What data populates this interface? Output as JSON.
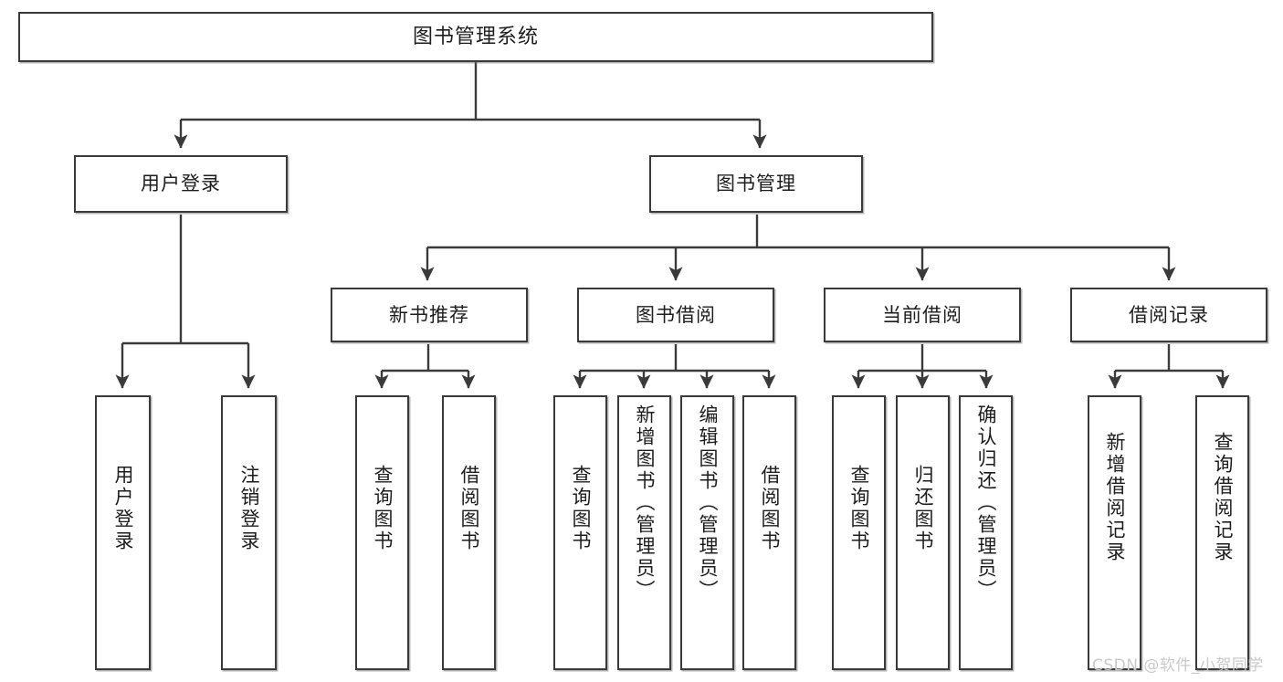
{
  "diagram": {
    "type": "tree-hierarchy",
    "title": "图书管理系统",
    "background": "#ffffff",
    "line_color": "#3a3a3a",
    "box_fill": "#ffffff",
    "text_color": "#1d1d1d"
  },
  "nodes": {
    "root": {
      "label": "图书管理系统",
      "level": 1
    },
    "level2": [
      {
        "id": "user-login",
        "label": "用户登录"
      },
      {
        "id": "book-manage",
        "label": "图书管理"
      }
    ],
    "level3": [
      {
        "id": "new-book-recommend",
        "label": "新书推荐"
      },
      {
        "id": "book-borrow",
        "label": "图书借阅"
      },
      {
        "id": "current-borrow",
        "label": "当前借阅"
      },
      {
        "id": "borrow-record",
        "label": "借阅记录"
      }
    ],
    "level4": {
      "user-login": [
        {
          "id": "leaf-user-login",
          "label": "用户登录"
        },
        {
          "id": "leaf-logout",
          "label": "注销登录"
        }
      ],
      "new-book-recommend": [
        {
          "id": "leaf-query-book-1",
          "label": "查询图书"
        },
        {
          "id": "leaf-borrow-book-1",
          "label": "借阅图书"
        }
      ],
      "book-borrow": [
        {
          "id": "leaf-query-book-2",
          "label": "查询图书"
        },
        {
          "id": "leaf-add-book",
          "label": "新增图书（管理员）"
        },
        {
          "id": "leaf-edit-book",
          "label": "编辑图书（管理员）"
        },
        {
          "id": "leaf-borrow-book-2",
          "label": "借阅图书"
        }
      ],
      "current-borrow": [
        {
          "id": "leaf-query-book-3",
          "label": "查询图书"
        },
        {
          "id": "leaf-return-book",
          "label": "归还图书"
        },
        {
          "id": "leaf-confirm-return",
          "label": "确认归还（管理员）"
        }
      ],
      "borrow-record": [
        {
          "id": "leaf-add-record",
          "label": "新增借阅记录"
        },
        {
          "id": "leaf-query-record",
          "label": "查询借阅记录"
        }
      ]
    }
  },
  "watermark": {
    "text": "CSDN @软件_小贺同学",
    "color": "#c9c9c9"
  }
}
